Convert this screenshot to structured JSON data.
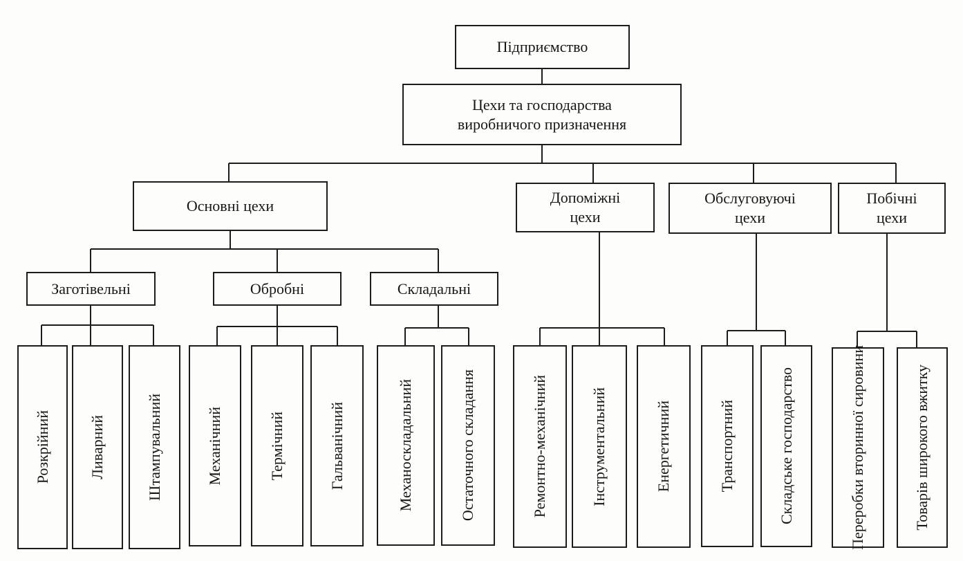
{
  "diagram": {
    "root": "Підприємство",
    "production": "Цехи та господарства\nвиробничого призначення",
    "categories": {
      "main": "Основні цехи",
      "auxiliary": "Допоміжні\nцехи",
      "service": "Обслуговуючі\nцехи",
      "side": "Побічні\nцехи"
    },
    "main_groups": {
      "blank": "Заготівельні",
      "processing": "Обробні",
      "assembly": "Складальні"
    },
    "shops": {
      "cutting": "Розкрійний",
      "foundry": "Ливарний",
      "stamping": "Штампувальний",
      "mechanical": "Механічний",
      "thermal": "Термічний",
      "galvanic": "Гальванічний",
      "mech_assembly": "Механоскладальний",
      "final_assembly": "Остаточного складання",
      "repair_mech": "Ремонтно-механічний",
      "tool": "Інструментальний",
      "energy": "Енергетичний",
      "transport": "Транспортний",
      "warehouse": "Складське господарство",
      "recycling": "Переробки вторинної\nсировини",
      "consumer_goods": "Товарів широкого\nвжитку"
    }
  }
}
